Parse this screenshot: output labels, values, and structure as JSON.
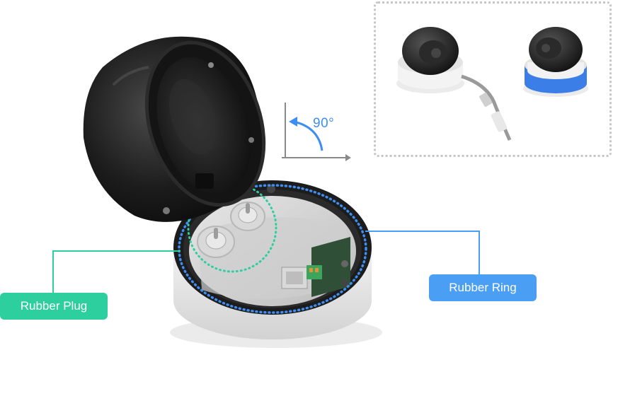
{
  "labels": {
    "rubber_plug": "Rubber Plug",
    "rubber_ring": "Rubber Ring",
    "angle": "90°"
  },
  "colors": {
    "plug_accent": "#2ecf9f",
    "ring_accent": "#4a9ff5",
    "angle_accent": "#3d8ef0",
    "inset_border": "#c6c6c6"
  },
  "icons": {
    "hinged_camera": "dome-camera-open",
    "mount_base": "junction-box-base",
    "inset_cameras": [
      "dome-camera-white-trim",
      "dome-camera-blue-trim"
    ]
  }
}
